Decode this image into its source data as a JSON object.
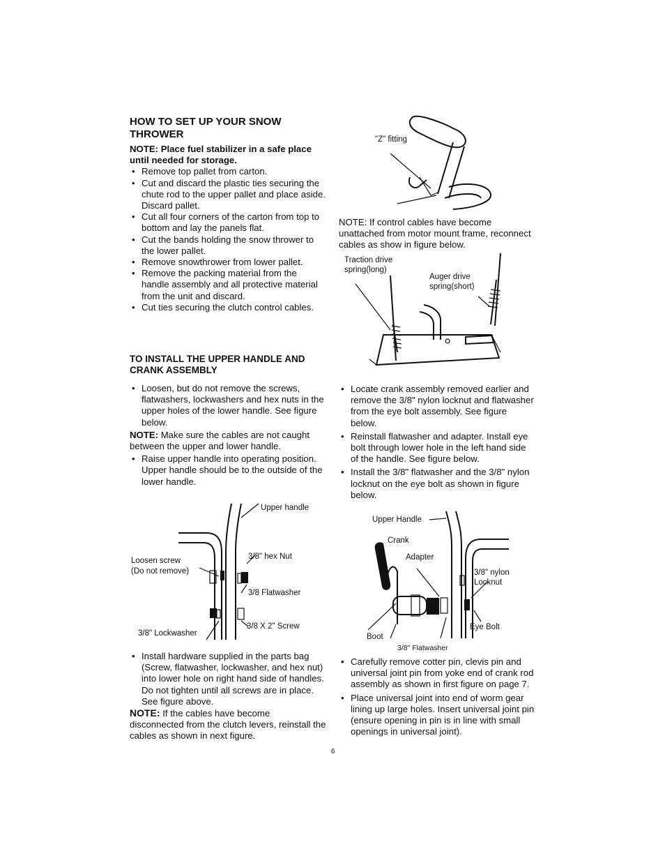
{
  "left": {
    "title": "HOW TO SET UP YOUR SNOW THROWER",
    "note_storage": "NOTE:  Place fuel stabilizer in a safe place until needed for storage.",
    "setup_steps": [
      "Remove top pallet from carton.",
      "Cut and discard the plastic ties securing the chute rod  to the upper pallet and place aside. Discard pallet.",
      "Cut all four corners of the carton from top to bottom and lay the panels flat.",
      "Cut the bands holding the snow thrower to the lower pallet.",
      "Remove snowthrower from lower pallet.",
      "Remove the packing material from the handle assembly and all protective material from the unit and discard.",
      "Cut ties securing the clutch control cables."
    ],
    "install_title": "TO  INSTALL THE UPPER HANDLE AND CRANK ASSEMBLY",
    "install_step1": "Loosen, but do not remove the screws, flatwashers, lockwashers and hex nuts in the upper holes of the lower handle. See figure below.",
    "note_cables_label": "NOTE:",
    "note_cables_text": " Make sure the cables are not caught between the upper and lower handle.",
    "install_step2": "Raise upper handle into operating position. Upper handle should be to the outside of the lower handle.",
    "fig_handle": {
      "upper_handle": "Upper handle",
      "loosen_screw": "Loosen screw",
      "do_not_remove": "(Do not remove)",
      "hex_nut": "3/8\" hex Nut",
      "flatwasher": "3/8 Flatwasher",
      "lockwasher": "3/8\" Lockwasher",
      "screw": "3/8 X 2\" Screw"
    },
    "install_step3": "Install hardware supplied in the parts bag (Screw, flatwasher, lockwasher, and hex nut) into lower hole on right hand side of handles. Do not tighten until all screws are in place. See figure above.",
    "note_disconnect_label": "NOTE:",
    "note_disconnect_text": " If the cables have become disconnected from the clutch levers, reinstall the cables as shown in next figure."
  },
  "right": {
    "fig_z": {
      "z_fitting": "\"Z\" fitting"
    },
    "note_unattached": "NOTE: If control cables  have become unattached from motor  mount frame, reconnect cables as show in figure below.",
    "fig_springs": {
      "traction_drive": "Traction drive",
      "spring_long": "spring(long)",
      "auger_drive": "Auger drive",
      "spring_short": "spring(short)"
    },
    "crank_steps": [
      "Locate crank assembly removed earlier and remove the 3/8\" nylon locknut and flatwasher from the eye bolt assembly. See figure below.",
      "Reinstall flatwasher and adapter. Install eye bolt through lower hole in the left hand side of the handle. See figure below.",
      "Install the 3/8\" flatwasher and the 3/8\" nylon locknut on the eye bolt as shown in figure below."
    ],
    "fig_crank": {
      "upper_handle": "Upper Handle",
      "crank": "Crank",
      "adapter": "Adapter",
      "nylon": "3/8\" nylon",
      "locknut": "Locknut",
      "boot": "Boot",
      "eye_bolt": "Eye Bolt",
      "flatwasher": "3/8\" Flatwasher"
    },
    "final_steps": [
      "Carefully remove cotter pin, clevis pin and universal joint pin from yoke end of crank rod assembly as shown in first  figure on page 7.",
      "Place universal joint into end of worm gear lining up large holes. Insert universal joint pin (ensure opening in pin is in line with small openings in universal joint)."
    ]
  },
  "page_number": "6"
}
